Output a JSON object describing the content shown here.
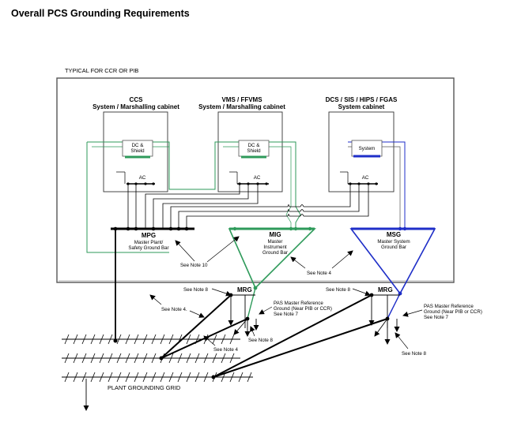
{
  "title": "Overall PCS Grounding Requirements",
  "typical_label": "TYPICAL FOR CCR OR PIB",
  "colors": {
    "mpg": "#000000",
    "mig": "#2e9a5a",
    "msg": "#1f2fc8",
    "frame": "#555555"
  },
  "cabinets": [
    {
      "name": "CCS",
      "subtitle": "System / Marshalling cabinet",
      "dc_label": "DC &",
      "dc_label2": "Shield",
      "ac_label": "AC"
    },
    {
      "name": "VMS / FFVMS",
      "subtitle": "System / Marshalling cabinet",
      "dc_label": "DC &",
      "dc_label2": "Shield",
      "ac_label": "AC"
    },
    {
      "name": "DCS / SIS / HIPS / FGAS",
      "subtitle": "System cabinet",
      "dc_label": "System",
      "ac_label": "AC"
    }
  ],
  "bars": {
    "mpg": {
      "code": "MPG",
      "line1": "Master Plant/",
      "line2": "Safety Ground Bar"
    },
    "mig": {
      "code": "MIG",
      "line1": "Master",
      "line2": "Instrument",
      "line3": "Ground Bar"
    },
    "msg": {
      "code": "MSG",
      "line1": "Master System",
      "line2": "Ground Bar"
    }
  },
  "mrg_label": "MRG",
  "notes": {
    "note10": "See Note 10",
    "note4": "See Note 4",
    "note4_left": "See Note 4.",
    "note8": "See Note 8",
    "note4_grid": "See Note 4"
  },
  "pas_ref": {
    "line1": "PAS Master Reference",
    "line2": "Ground (Near PIB or CCR)",
    "line3": "See Note 7"
  },
  "grid_label": "PLANT GROUNDING GRID"
}
